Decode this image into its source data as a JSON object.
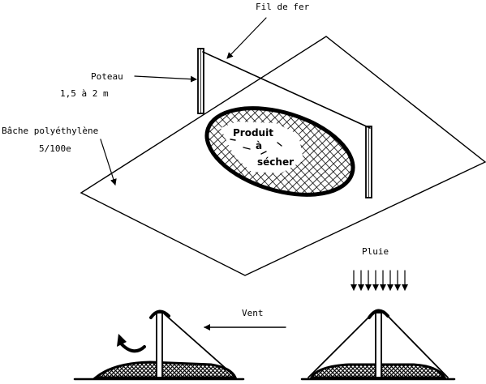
{
  "labels": {
    "wire": "Fil de fer",
    "pole_line1": "Poteau",
    "pole_line2": "1,5 à 2 m",
    "sheet_line1": "Bâche polyéthylène",
    "sheet_line2": "5/100e",
    "product_line1": "Produit",
    "product_line2": "à",
    "product_line3": "sécher",
    "wind": "Vent",
    "rain": "Pluie"
  },
  "colors": {
    "ink": "#000000",
    "paper": "#ffffff"
  }
}
